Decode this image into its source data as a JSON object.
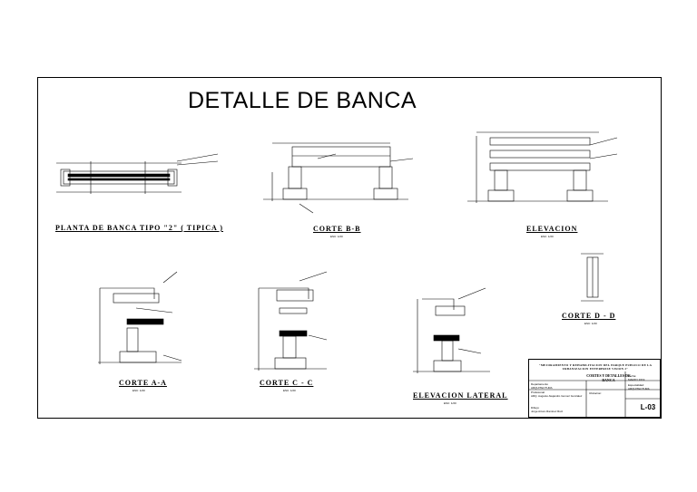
{
  "sheet": {
    "title": "DETALLE DE BANCA",
    "views": [
      {
        "key": "planta",
        "label": "PLANTA  DE  BANCA  TIPO  \"2\"  (  TIPICA  )",
        "scale": ""
      },
      {
        "key": "corte_bb",
        "label": "CORTE  B-B",
        "scale": "ESC: 1/20"
      },
      {
        "key": "elevacion",
        "label": "ELEVACION",
        "scale": "ESC: 1/20"
      },
      {
        "key": "corte_dd",
        "label": "CORTE  D  -  D",
        "scale": "ESC: 1/20"
      },
      {
        "key": "corte_aa",
        "label": "CORTE  A-A",
        "scale": "ESC: 1/20"
      },
      {
        "key": "corte_cc",
        "label": "CORTE  C  -  C",
        "scale": "ESC: 1/20"
      },
      {
        "key": "elev_lateral",
        "label": "ELEVACION  LATERAL",
        "scale": "ESC: 1/20"
      }
    ]
  },
  "title_block": {
    "project": "\"MEJORAMIENTO Y REHABILITACION DEL PARQUE PUBLICO DE LA URBANIZACION ENTERPRISE VISION 2\"",
    "sheet_title": "CORTES Y DETALLES DE BANCA",
    "left_rows": [
      "Departamento",
      "ARQUITECTURA",
      "Profesional",
      "ARQ. Augusto Alejandro Gomez Gonzalez",
      "Dibujo:",
      "Jorge Arturo Ramirez Ruiz"
    ],
    "right_rows": [
      "Fecha:",
      "MARZO 2019",
      "Especialidad:",
      "ARQUITECTURA",
      "Ubicacion:"
    ],
    "code": "L-03"
  },
  "colors": {
    "ink": "#000000",
    "paper": "#ffffff"
  }
}
